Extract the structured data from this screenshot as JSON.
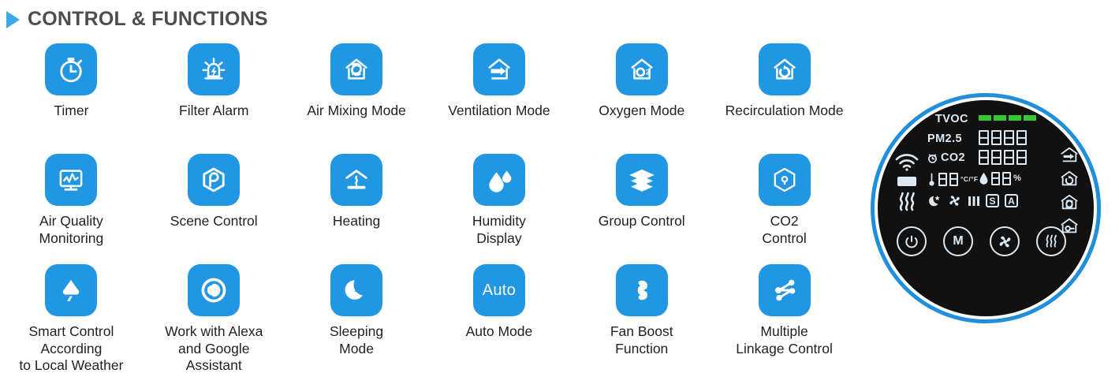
{
  "header": {
    "title": "CONTROL & FUNCTIONS",
    "bullet_icon": "triangle-right-icon",
    "accent_color": "#3aa9e8",
    "title_color": "#4d4d4f"
  },
  "theme": {
    "tile_blue": "#2196e3",
    "panel_ring_blue": "#1f8fdb",
    "panel_face_black": "#111111",
    "lcd_color": "#dbe9f5",
    "tvoc_bar_green": "#36c832",
    "label_color": "#231f20"
  },
  "features": [
    {
      "label": "Timer",
      "icon": "stopwatch-icon"
    },
    {
      "label": "Filter Alarm",
      "icon": "alarm-siren-icon"
    },
    {
      "label": "Air Mixing Mode",
      "icon": "house-air-mixing-icon"
    },
    {
      "label": "Ventilation Mode",
      "icon": "house-arrow-in-icon"
    },
    {
      "label": "Oxygen Mode",
      "icon": "house-o2-icon"
    },
    {
      "label": "Recirculation Mode",
      "icon": "house-recirculation-icon"
    },
    {
      "label": "Air Quality\nMonitoring",
      "icon": "monitor-waveform-icon"
    },
    {
      "label": "Scene Control",
      "icon": "hexagon-p-icon"
    },
    {
      "label": "Heating",
      "icon": "roof-heat-icon"
    },
    {
      "label": "Humidity\nDisplay",
      "icon": "water-drops-icon"
    },
    {
      "label": "Group Control",
      "icon": "layers-stack-icon"
    },
    {
      "label": "CO2\nControl",
      "icon": "hexagon-co2-icon"
    },
    {
      "label": "Smart Control\nAccording\nto Local Weather",
      "icon": "cloud-rain-icon"
    },
    {
      "label": "Work with Alexa\nand Google\nAssistant",
      "icon": "alexa-ring-icon"
    },
    {
      "label": "Sleeping\nMode",
      "icon": "moon-z-icon"
    },
    {
      "label": "Auto Mode",
      "icon": "auto-text-icon",
      "icon_text": "Auto"
    },
    {
      "label": "Fan Boost\nFunction",
      "icon": "fan-boost-icon"
    },
    {
      "label": "Multiple\nLinkage Control",
      "icon": "linkage-network-icon"
    }
  ],
  "panel": {
    "name": "control-panel",
    "left_icons": [
      {
        "icon": "wifi-icon"
      },
      {
        "icon": "filter-bar-icon"
      },
      {
        "icon": "heat-waves-icon"
      }
    ],
    "readouts": [
      {
        "label": "TVOC",
        "display": "bars",
        "bars": 4,
        "bars_lit": 4
      },
      {
        "label": "PM2.5",
        "display": "digits",
        "digits": 4
      },
      {
        "label": "CO2",
        "display": "digits",
        "digits": 4,
        "prefix_icon": "clock-icon"
      },
      {
        "label": "",
        "display": "temp",
        "digits": 2,
        "prefix_icon": "thermometer-icon",
        "unit": "°C/°F"
      },
      {
        "label": "",
        "display": "humidity",
        "digits": 2,
        "prefix_icon": "drop-icon",
        "unit": "%"
      }
    ],
    "status_icons": [
      {
        "icon": "moon-star-icon"
      },
      {
        "icon": "fan-icon"
      },
      {
        "icon": "speed-bars-icon"
      },
      {
        "icon": "s-box-icon",
        "text": "S"
      },
      {
        "icon": "a-box-icon",
        "text": "A"
      }
    ],
    "mode_house_icons": [
      {
        "icon": "house-arrow-in-icon"
      },
      {
        "icon": "house-recirculation-icon"
      },
      {
        "icon": "house-air-mixing-icon"
      },
      {
        "icon": "house-o2-icon"
      }
    ],
    "buttons": [
      {
        "icon": "power-button-icon",
        "label": ""
      },
      {
        "icon": "mode-button-icon",
        "label": "M"
      },
      {
        "icon": "fan-button-icon",
        "label": ""
      },
      {
        "icon": "heat-button-icon",
        "label": ""
      }
    ]
  }
}
